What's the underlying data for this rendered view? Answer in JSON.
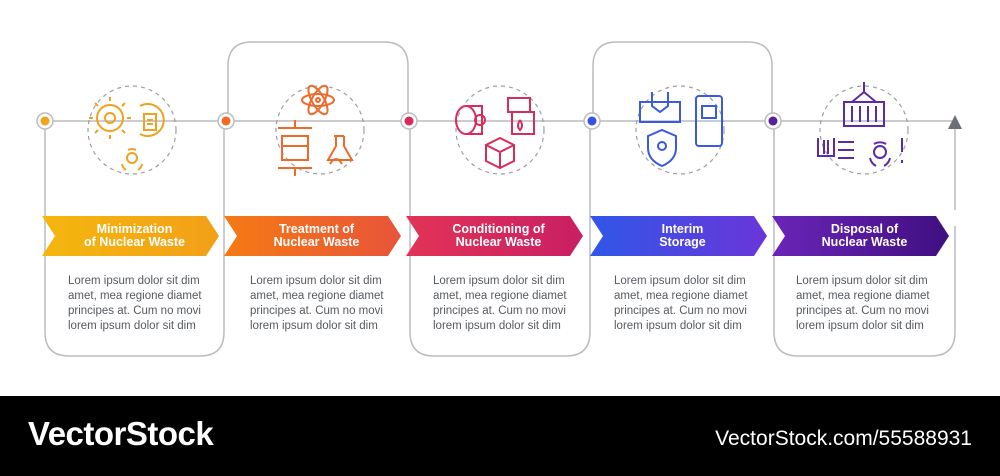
{
  "steps": [
    {
      "title_line1": "Minimization",
      "title_line2": "of Nuclear Waste",
      "description": "Lorem ipsum dolor sit dim amet, mea regione diamet principes at. Cum no movi lorem ipsum dolor sit dim",
      "dot_color": "#f2a31b",
      "gradient": [
        "#f5b60e",
        "#f2a017"
      ],
      "icon_color": "#f0a21e",
      "icon": "recycling-gear-factory-biohazard-icon"
    },
    {
      "title_line1": "Treatment of",
      "title_line2": "Nuclear Waste",
      "description": "Lorem ipsum dolor sit dim amet, mea regione diamet principes at. Cum no movi lorem ipsum dolor sit dim",
      "dot_color": "#f26a21",
      "gradient": [
        "#f57a14",
        "#e8543a"
      ],
      "icon_color": "#ef6a2a",
      "icon": "atom-compression-flask-icon"
    },
    {
      "title_line1": "Conditioning of",
      "title_line2": "Nuclear Waste",
      "description": "Lorem ipsum dolor sit dim amet, mea regione diamet principes at. Cum no movi lorem ipsum dolor sit dim",
      "dot_color": "#d8285c",
      "gradient": [
        "#e23357",
        "#c81f63"
      ],
      "icon_color": "#d62d5c",
      "icon": "barrel-tank-box-icon"
    },
    {
      "title_line1": "Interim",
      "title_line2": "Storage",
      "description": "Lorem ipsum dolor sit dim amet, mea regione diamet principes at. Cum no movi lorem ipsum dolor sit dim",
      "dot_color": "#3a52e0",
      "gradient": [
        "#3057e8",
        "#6a35d8"
      ],
      "icon_color": "#3a5ae0",
      "icon": "storage-shield-container-icon"
    },
    {
      "title_line1": "Disposal of",
      "title_line2": "Nuclear Waste",
      "description": "Lorem ipsum dolor sit dim amet, mea regione diamet principes at. Cum no movi lorem ipsum dolor sit dim",
      "dot_color": "#5a1e9c",
      "gradient": [
        "#6a25b8",
        "#3f0f80"
      ],
      "icon_color": "#5a2aa8",
      "icon": "crane-container-biohazard-icon"
    }
  ],
  "colors": {
    "line": "#b9bcc0",
    "text": "#555a60",
    "arrow": "#6b6f76",
    "footer_bg": "#000000"
  },
  "footer": {
    "brand": "VectorStock",
    "url": "VectorStock.com/55588931"
  }
}
